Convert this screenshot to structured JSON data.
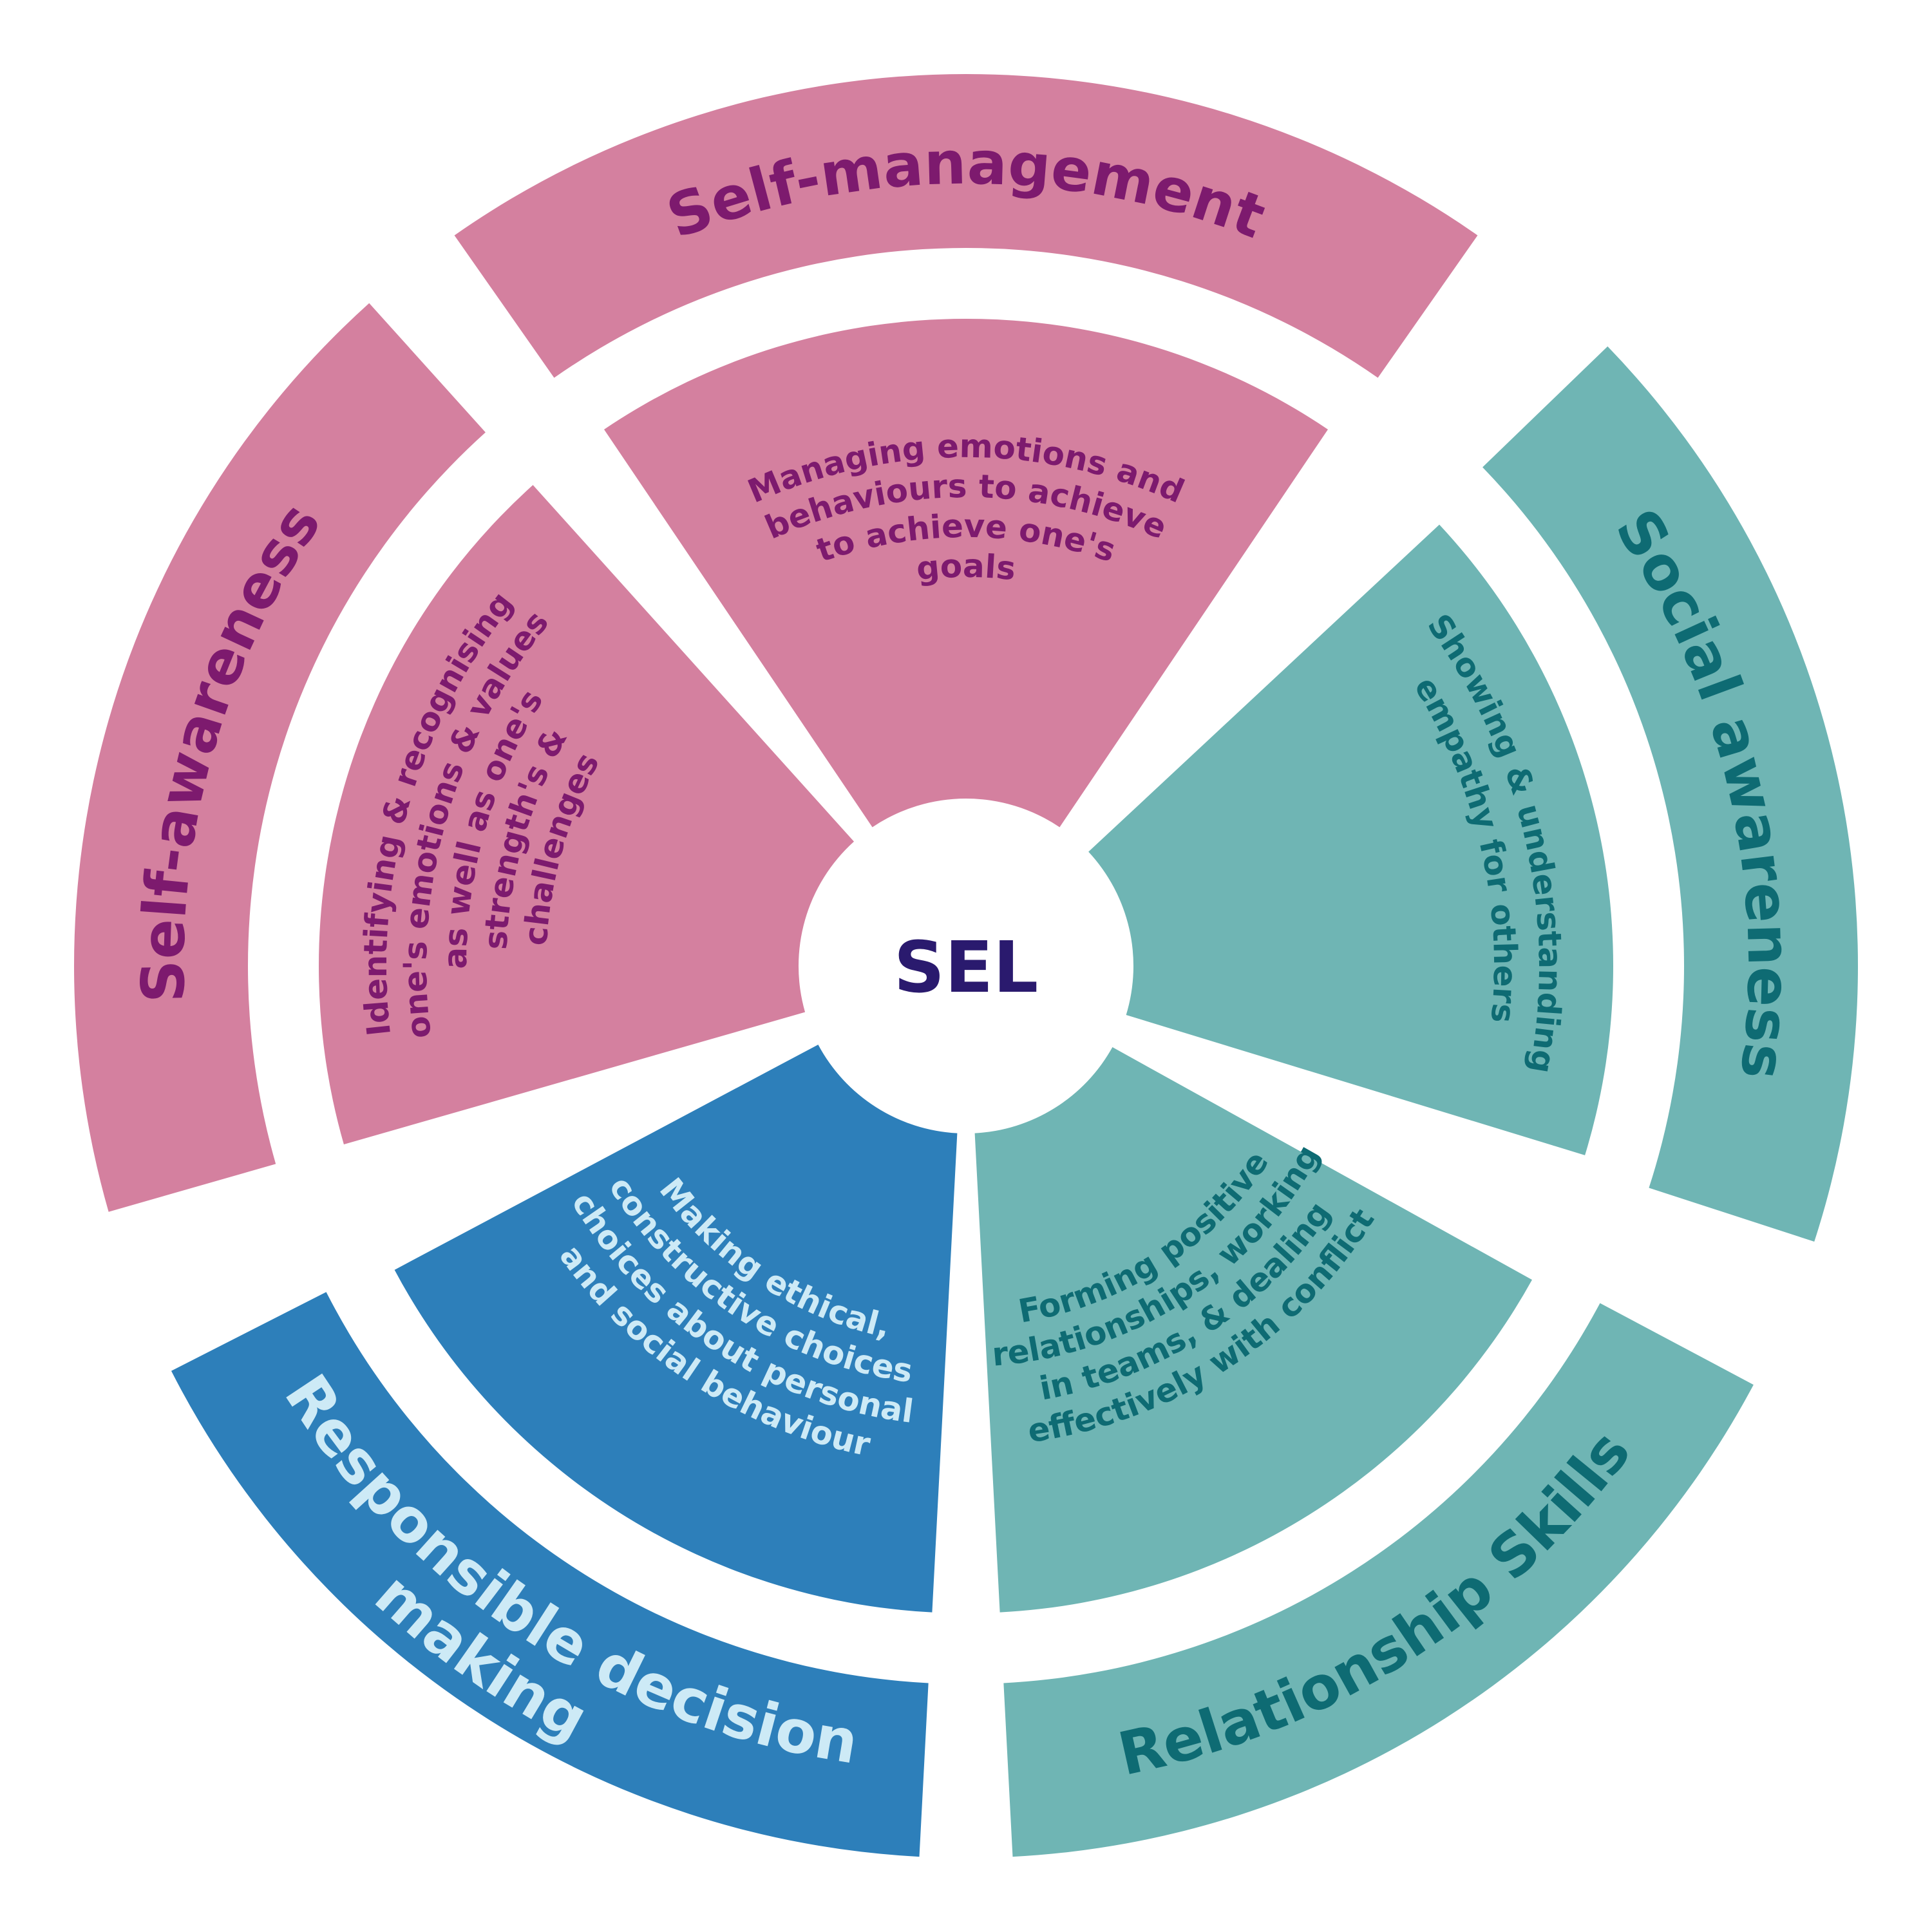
{
  "center": {
    "label": "SEL",
    "color": "#2a1a6e"
  },
  "segments": [
    {
      "key": "self-management",
      "title": "Self-management",
      "fill": "#d4809f",
      "text_color": "#7d1a6e",
      "description": [
        "Managing emotions and",
        "behaviours to achieve",
        "to achieve one's",
        "goals"
      ]
    },
    {
      "key": "social-awareness",
      "title": "Social awareness",
      "fill": "#6fb5b4",
      "text_color": "#0e6b73",
      "description": [
        "Showing & understanding",
        "empathy for others"
      ]
    },
    {
      "key": "relationship-skills",
      "title": "Relationship Skills",
      "fill": "#6fb5b4",
      "text_color": "#0e6b73",
      "description": [
        "Forming positive",
        "relationships, working",
        "in teams, & dealing",
        "effectively with conflict"
      ]
    },
    {
      "key": "responsible-decision-making",
      "title": "Responsible decision",
      "title2": "making",
      "fill": "#2d7fba",
      "text_color": "#cdeaf6",
      "description": [
        "Making ethical,",
        "constructive choices",
        "choices about personal",
        "and social behaviour"
      ]
    },
    {
      "key": "self-awareness",
      "title": "Self-awareness",
      "fill": "#d4809f",
      "text_color": "#7d1a6e",
      "description": [
        "Identifying & recognising",
        "one's emotions & values",
        "as well as one's",
        "strength's &",
        "challenges"
      ]
    }
  ]
}
